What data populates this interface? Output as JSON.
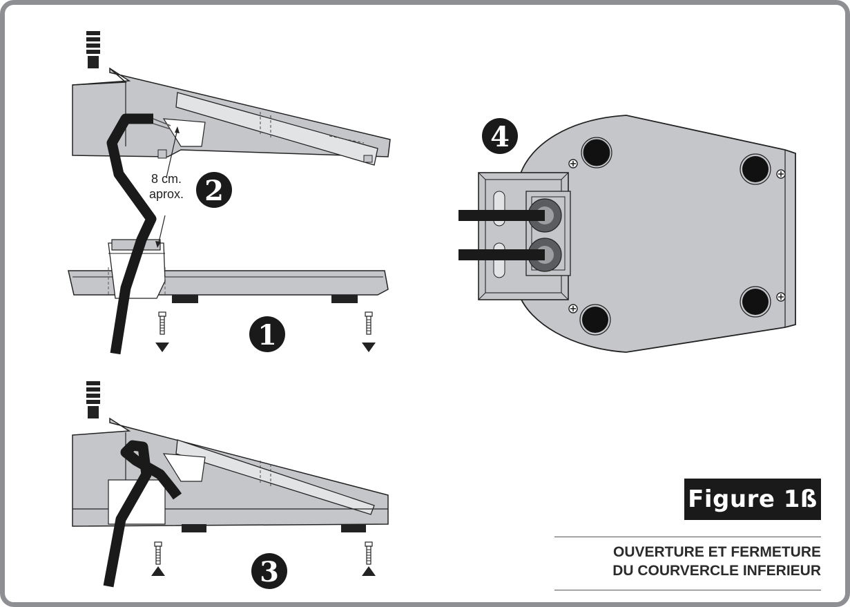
{
  "figure": {
    "label": "Figure 1ß",
    "caption_line1": "OUVERTURE ET FERMETURE",
    "caption_line2": "DU COURVERCLE INFERIEUR"
  },
  "steps": {
    "step1": "1",
    "step2": "2",
    "step3": "3",
    "step4": "4"
  },
  "annotation": {
    "line1": "8 cm.",
    "line2": "aprox."
  },
  "colors": {
    "body_fill": "#c4c6c9",
    "cable": "#1a1a1a",
    "frame": "#8d8f92"
  }
}
